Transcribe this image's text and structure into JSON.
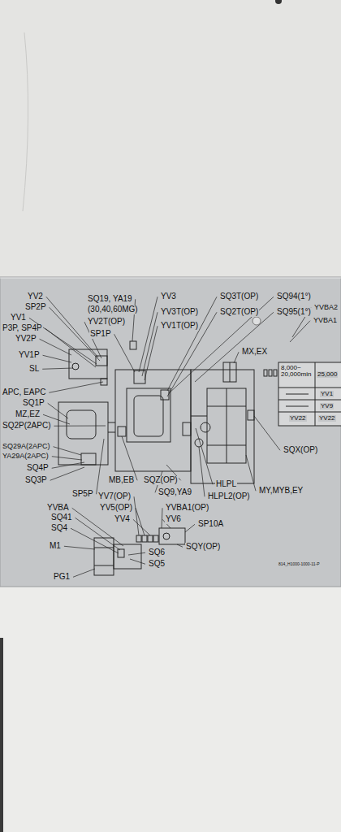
{
  "diagram": {
    "labels": [
      "YV2",
      "SP2P",
      "YV1",
      "P3P, SP4P",
      "YV2P",
      "YV1P",
      "SL",
      "APC, EAPC",
      "SQ1P",
      "MZ,EZ",
      "SQ2P(2APC)",
      "SQ29A(2APC)",
      "YA29A(2APC)",
      "SQ4P",
      "SQ3P",
      "SP5P",
      "SQ19, YA19",
      "(30,40,60MG)",
      "YV2T(OP)",
      "SP1P",
      "YV3",
      "YV3T(OP)",
      "YV1T(OP)",
      "SQ3T(OP)",
      "SQ2T(OP)",
      "SQ94(1°)",
      "SQ95(1°)",
      "YVBA2",
      "YVBA1",
      "MX,EX",
      "8,000~ 20,000min",
      "25,000",
      "YV1",
      "YV9",
      "YV22",
      "YV22",
      "SQX(OP)",
      "MB,EB",
      "SQZ(OP)",
      "SQ9,YA9",
      "HLPL",
      "HLPL2(OP)",
      "MY,MYB,EY",
      "YVBA",
      "SQ41",
      "SQ4",
      "M1",
      "PG1",
      "YV7(OP)",
      "YV5(OP)",
      "YV4",
      "YVBA1(OP)",
      "YV6",
      "SP10A",
      "SQY(OP)",
      "SQ6",
      "SQ5",
      "814_H1000-1000-11-P"
    ]
  }
}
